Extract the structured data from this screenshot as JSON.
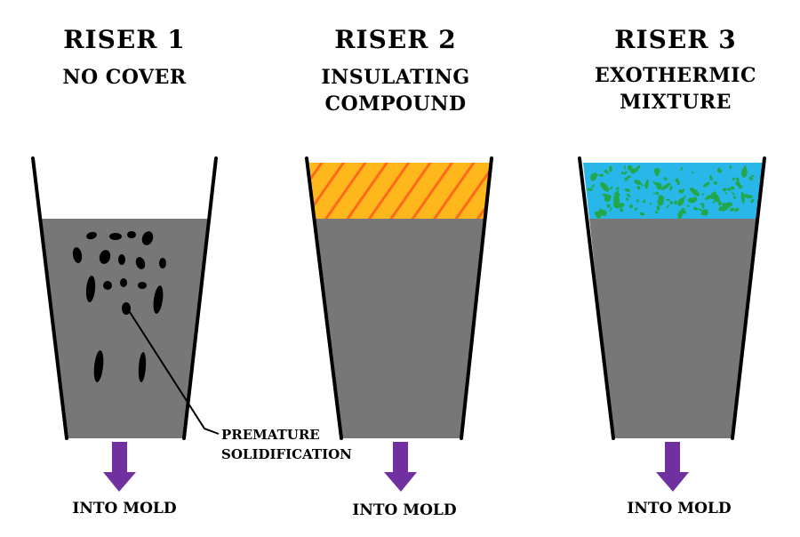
{
  "risers": [
    {
      "title": "RISER 1",
      "subtitle_lines": [
        "NO COVER"
      ],
      "outlet_label": "INTO MOLD",
      "cover": "none"
    },
    {
      "title": "RISER 2",
      "subtitle_lines": [
        "INSULATING",
        "COMPOUND"
      ],
      "outlet_label": "INTO MOLD",
      "cover": "insulating"
    },
    {
      "title": "RISER 3",
      "subtitle_lines": [
        "EXOTHERMIC",
        "MIXTURE"
      ],
      "outlet_label": "INTO MOLD",
      "cover": "exothermic"
    }
  ],
  "callout": {
    "lines": [
      "PREMATURE",
      "SOLIDIFICATION"
    ]
  },
  "colors": {
    "molten_metal": "#777777",
    "arrow": "#7030A0",
    "insulating_fill": "#FFB81C",
    "insulating_stripe": "#FF6A1A",
    "exothermic_fill": "#29B6E8",
    "exothermic_speckle": "#22A84A",
    "solidified_blobs": "#000000",
    "wall": "#000000"
  }
}
